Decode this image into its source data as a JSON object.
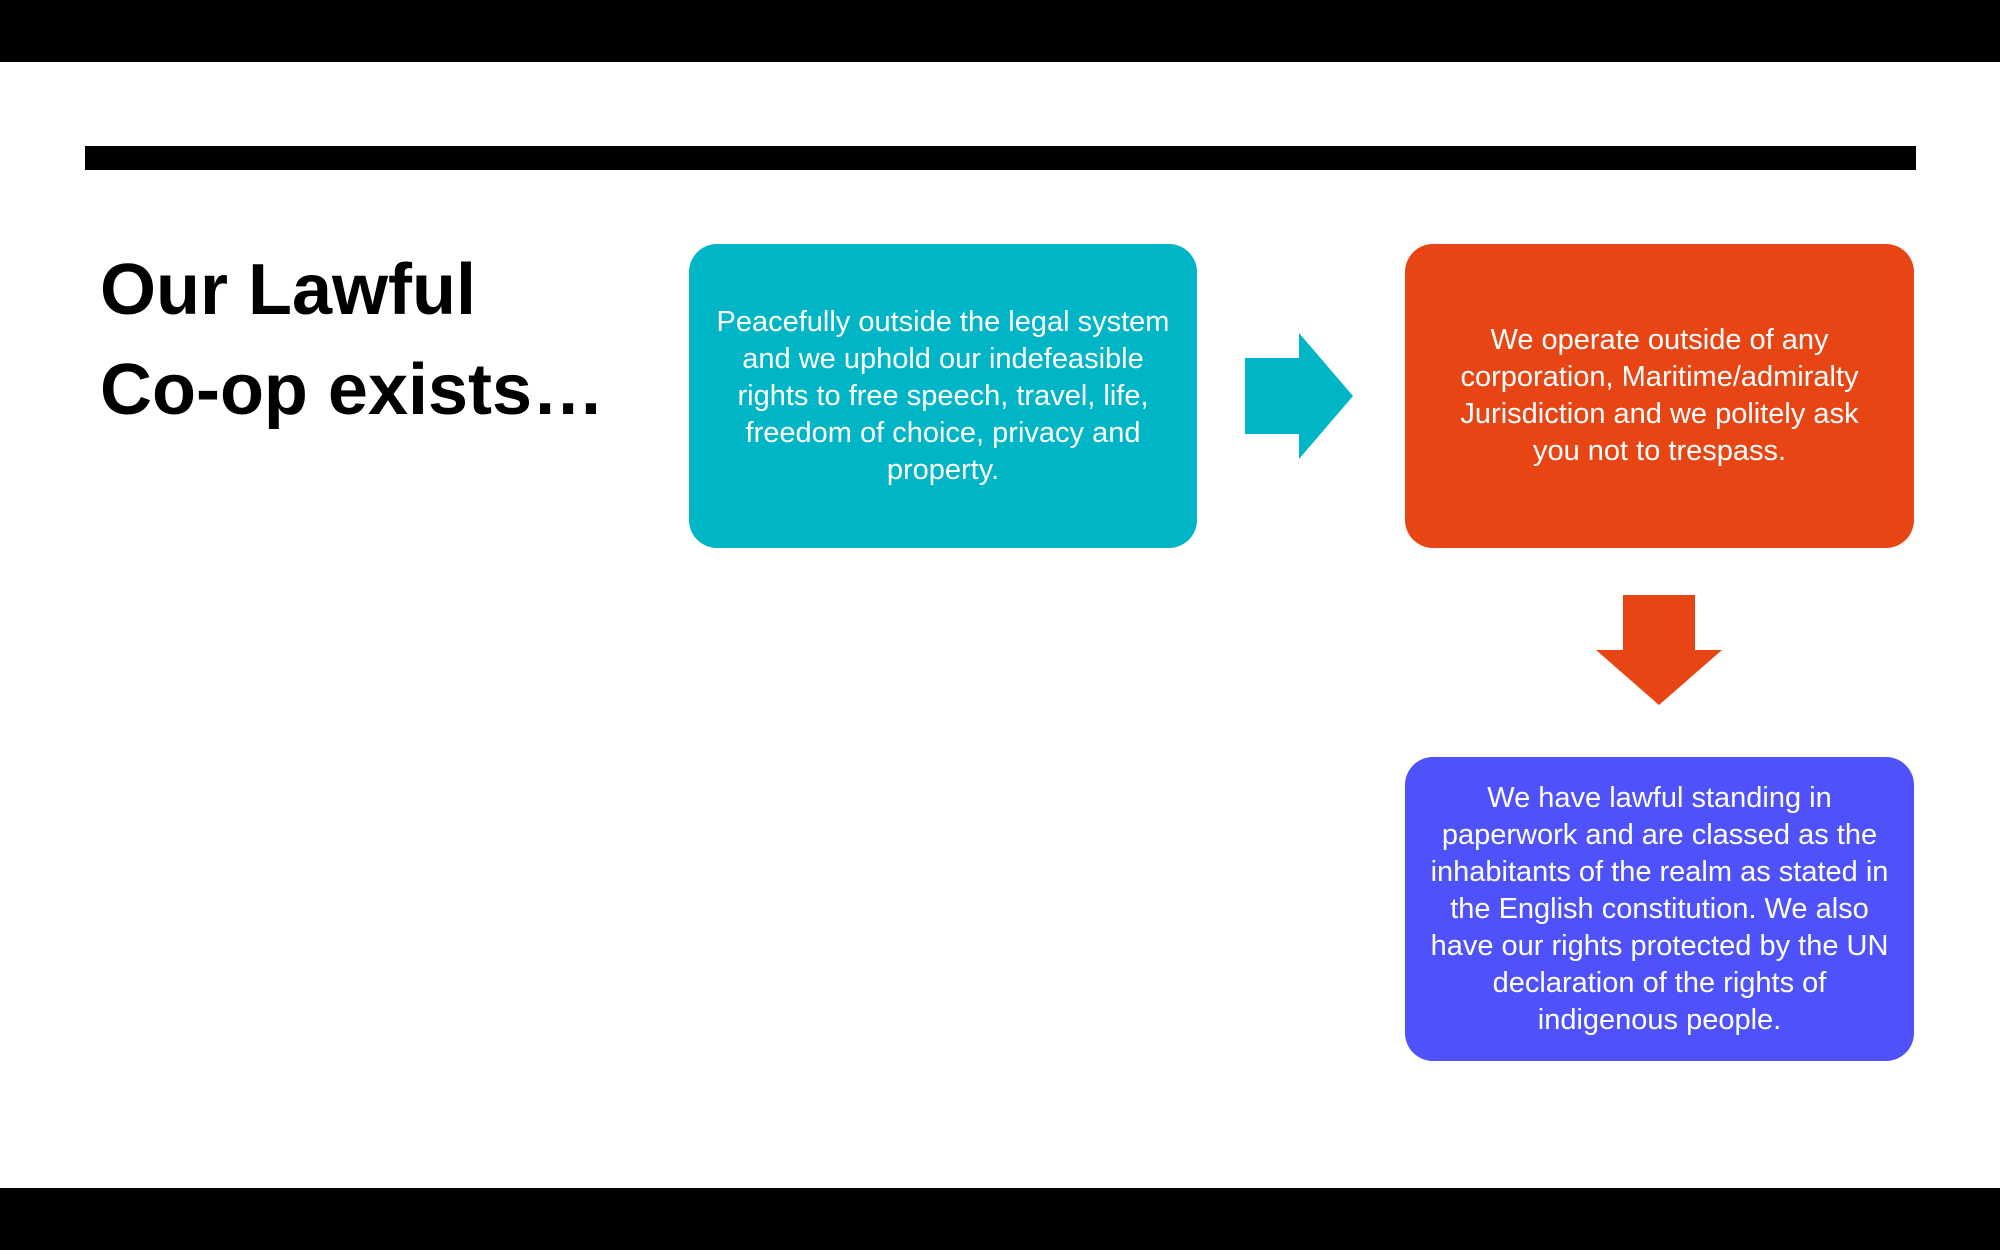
{
  "slide": {
    "title_lines": [
      "Our Lawful",
      "Co-op exists…"
    ]
  },
  "diagram": {
    "boxes": [
      {
        "text": "Peacefully outside the legal system and we uphold our indefeasible rights to free speech, travel, life, freedom of choice, privacy and property.",
        "color": "#00B6C6"
      },
      {
        "text": "We operate outside of any corporation, Maritime/admiralty Jurisdiction and we politely ask you not to trespass.",
        "color": "#E84515"
      },
      {
        "text": "We have lawful standing in paperwork and are classed as the inhabitants of the realm as stated in the English constitution. We also have our rights protected by the UN declaration of the rights of indigenous people.",
        "color": "#4F52FA"
      }
    ],
    "arrows": [
      {
        "direction": "right",
        "color": "#00B6C6"
      },
      {
        "direction": "down",
        "color": "#E84515"
      }
    ]
  },
  "colors": {
    "background": "#FFFFFF",
    "letterbox": "#000000",
    "rule": "#000000"
  }
}
